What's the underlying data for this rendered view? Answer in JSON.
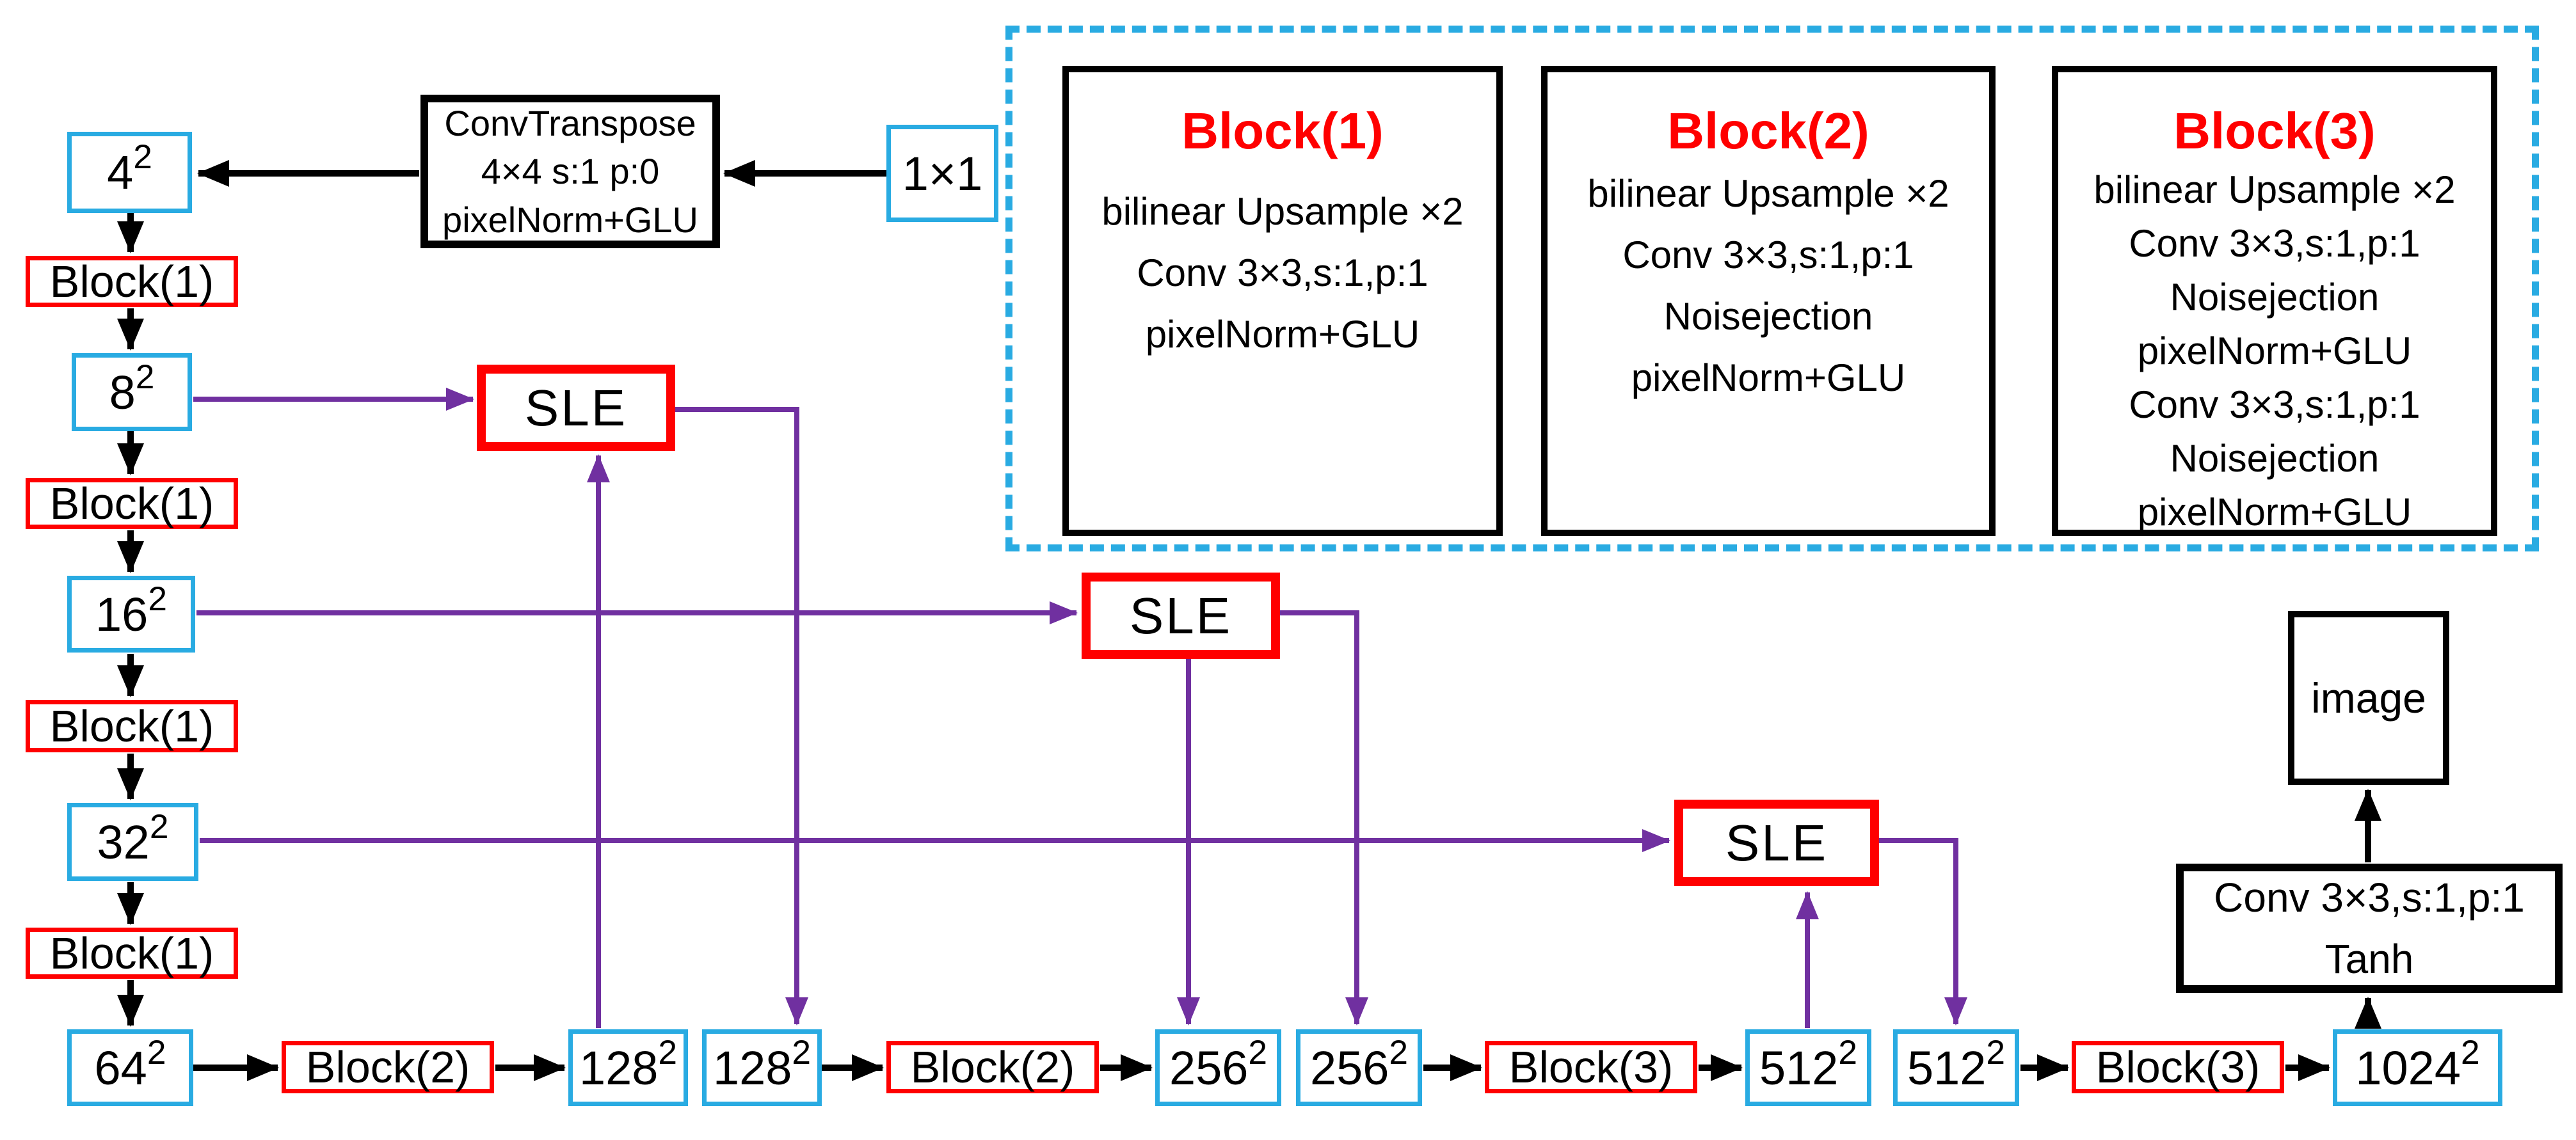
{
  "colors": {
    "cyan": "#29abe2",
    "red": "#ff0000",
    "purple": "#7030a0",
    "black": "#000000"
  },
  "nodes": {
    "latent": "1×1",
    "conv_transpose_lines": [
      "ConvTranspose",
      "4×4 s:1 p:0",
      "pixelNorm+GLU"
    ],
    "res_4": "4²",
    "res_8": "8²",
    "res_16": "16²",
    "res_32": "32²",
    "res_64": "64²",
    "res_128a": "128²",
    "res_128b": "128²",
    "res_256a": "256²",
    "res_256b": "256²",
    "res_512a": "512²",
    "res_512b": "512²",
    "res_1024": "1024²",
    "block1": "Block(1)",
    "block2": "Block(2)",
    "block3": "Block(3)",
    "sle": "SLE",
    "to_image_lines": [
      "Conv 3×3,s:1,p:1",
      "Tanh"
    ],
    "image": "image"
  },
  "legend": {
    "blocks": [
      {
        "title": "Block(1)",
        "lines": [
          "bilinear Upsample ×2",
          "Conv 3×3,s:1,p:1",
          "pixelNorm+GLU"
        ]
      },
      {
        "title": "Block(2)",
        "lines": [
          "bilinear Upsample ×2",
          "Conv 3×3,s:1,p:1",
          "Noisejection",
          "pixelNorm+GLU"
        ]
      },
      {
        "title": "Block(3)",
        "lines": [
          "bilinear Upsample ×2",
          "Conv 3×3,s:1,p:1",
          "Noisejection",
          "pixelNorm+GLU",
          "Conv 3×3,s:1,p:1",
          "Noisejection",
          "pixelNorm+GLU"
        ]
      }
    ]
  }
}
